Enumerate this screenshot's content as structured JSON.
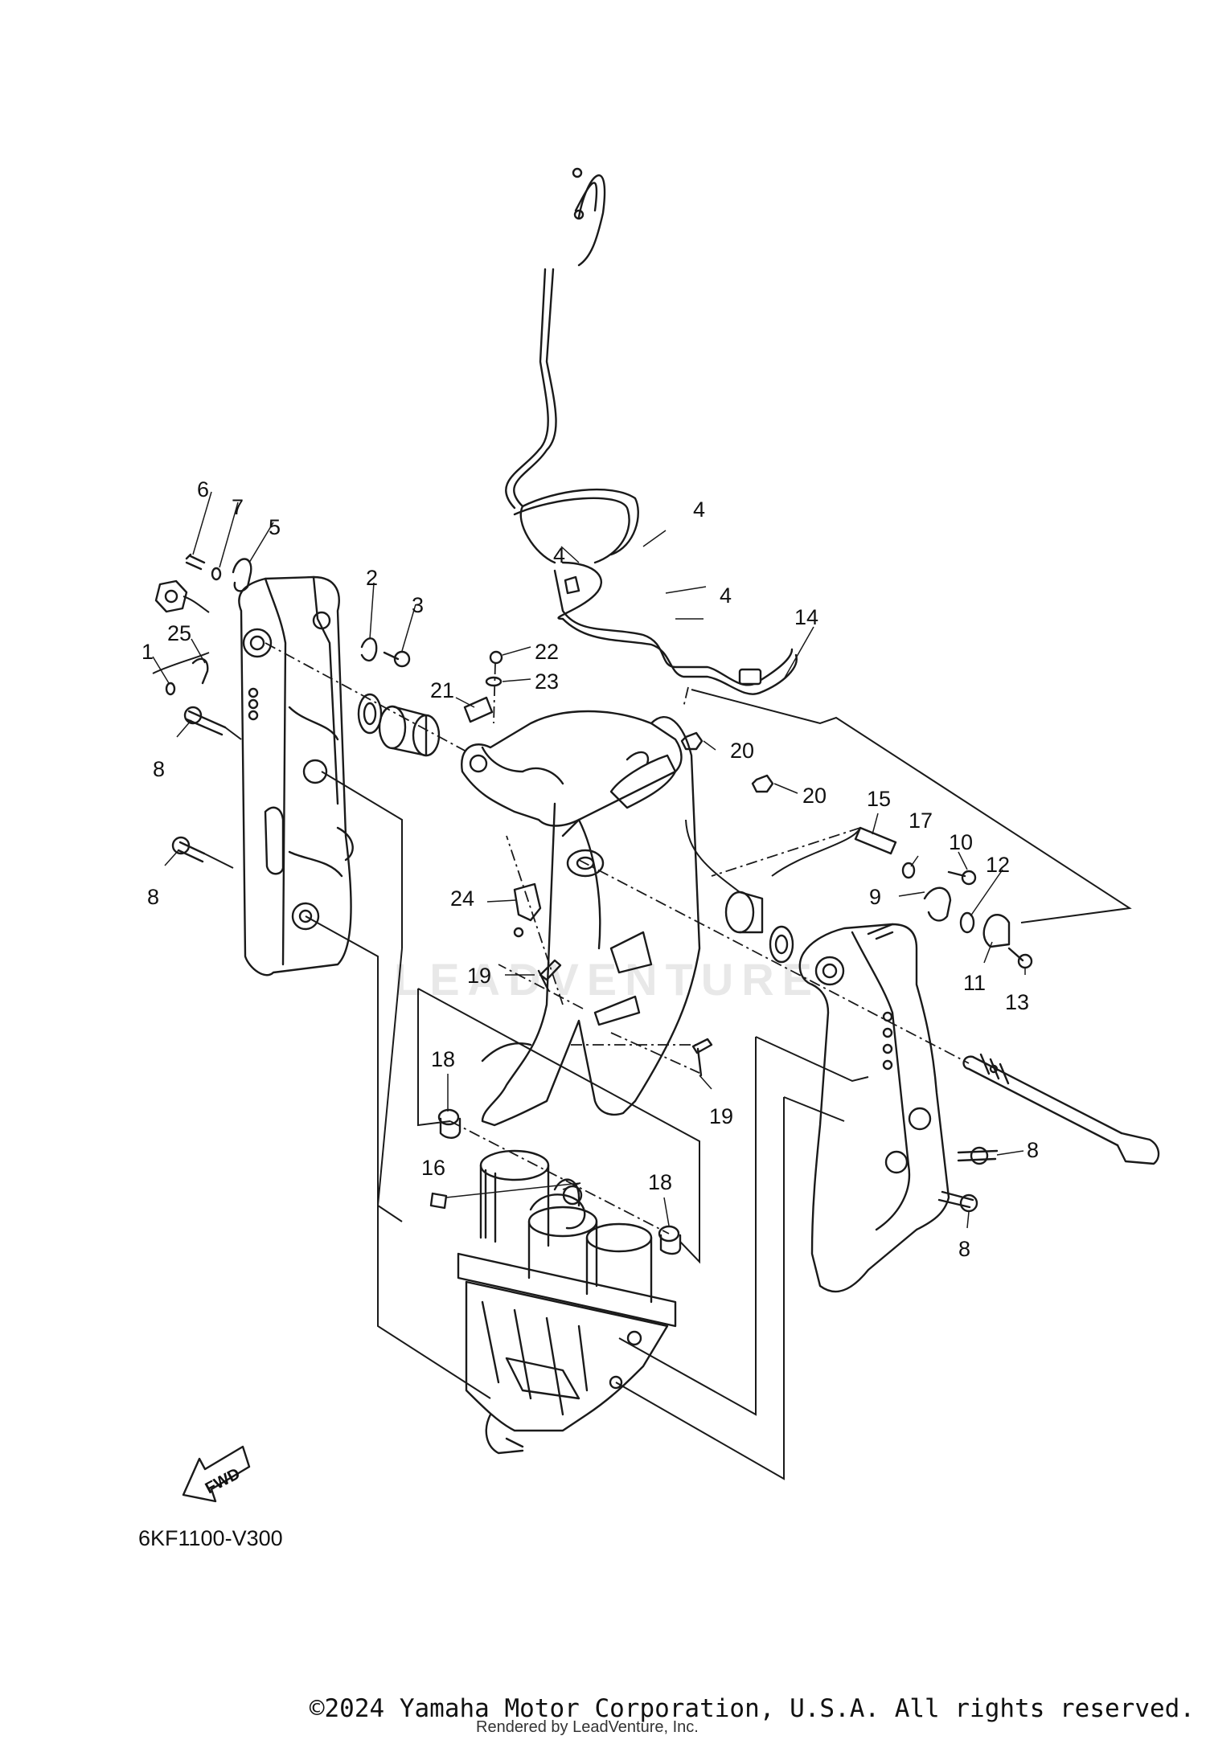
{
  "diagram": {
    "code": "6KF1100-V300",
    "fwd_label": "FWD",
    "watermark": "LEADVENTURE"
  },
  "callouts": [
    "1",
    "2",
    "3",
    "4",
    "4",
    "4",
    "5",
    "6",
    "7",
    "8",
    "8",
    "8",
    "8",
    "9",
    "10",
    "11",
    "12",
    "13",
    "14",
    "15",
    "16",
    "17",
    "18",
    "18",
    "19",
    "19",
    "20",
    "20",
    "21",
    "22",
    "23",
    "24",
    "25"
  ],
  "footer": {
    "copyright": "©2024 Yamaha Motor Corporation, U.S.A. All rights reserved.",
    "rendered_by": "Rendered by LeadVenture, Inc."
  }
}
